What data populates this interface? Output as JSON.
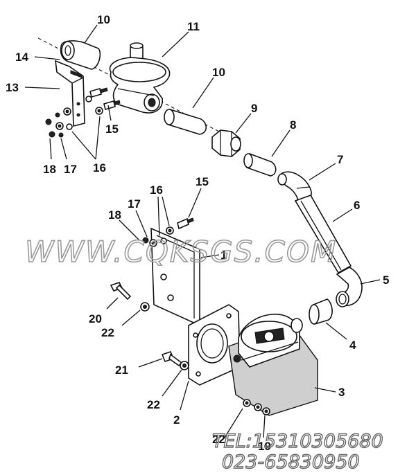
{
  "callouts": {
    "c10a": "10",
    "c11": "11",
    "c14": "14",
    "c13": "13",
    "c10b": "10",
    "c9": "9",
    "c15a": "15",
    "c8": "8",
    "c18a": "18",
    "c17a": "17",
    "c16a": "16",
    "c7": "7",
    "c16b": "16",
    "c15b": "15",
    "c6": "6",
    "c17b": "17",
    "c18b": "18",
    "c1": "1",
    "c5": "5",
    "c20": "20",
    "c22a": "22",
    "c4": "4",
    "c21": "21",
    "c3": "3",
    "c22b": "22",
    "c2": "2",
    "c22c": "22",
    "c19": "19"
  },
  "watermark": {
    "site": "WWW.CQKSGS.COM",
    "phone1": "TEL:15310305680",
    "phone2": "023-65830950"
  }
}
